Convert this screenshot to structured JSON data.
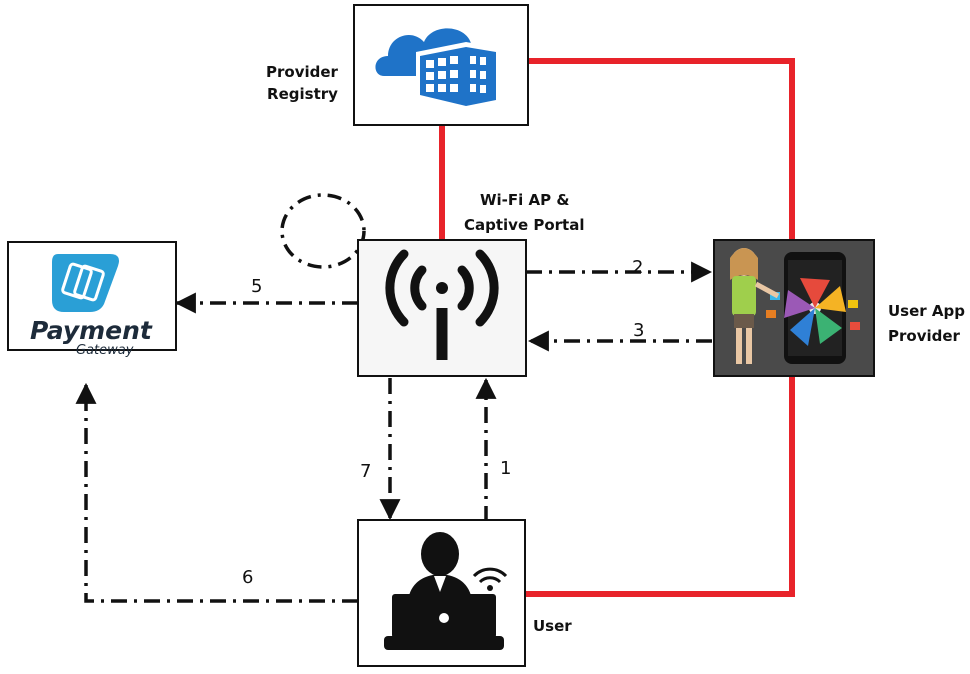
{
  "nodes": {
    "provider_registry": {
      "label_line1": "Provider",
      "label_line2": "Registry"
    },
    "wifi_ap": {
      "label_line1": "Wi-Fi AP &",
      "label_line2": "Captive Portal"
    },
    "payment_gateway": {
      "logo_word1": "Payment",
      "logo_word2": "Gateway"
    },
    "user_app_provider": {
      "label_line1": "User App",
      "label_line2": "Provider"
    },
    "user": {
      "label": "User"
    }
  },
  "edges": {
    "step1": "1",
    "step2": "2",
    "step3": "3",
    "step5": "5",
    "step6": "6",
    "step7": "7"
  },
  "colors": {
    "trust_link": "#e8232a",
    "flow_arrow": "#111111",
    "cloud_blue": "#1f73c8",
    "gateway_teal": "#2a9fd6",
    "node_border": "#111111"
  },
  "icons": {
    "provider_registry": "cloud-building-icon",
    "wifi_ap": "wifi-antenna-icon",
    "payment_gateway": "payment-card-icon",
    "user_app_provider": "app-user-phone-icon",
    "user": "user-laptop-icon"
  }
}
